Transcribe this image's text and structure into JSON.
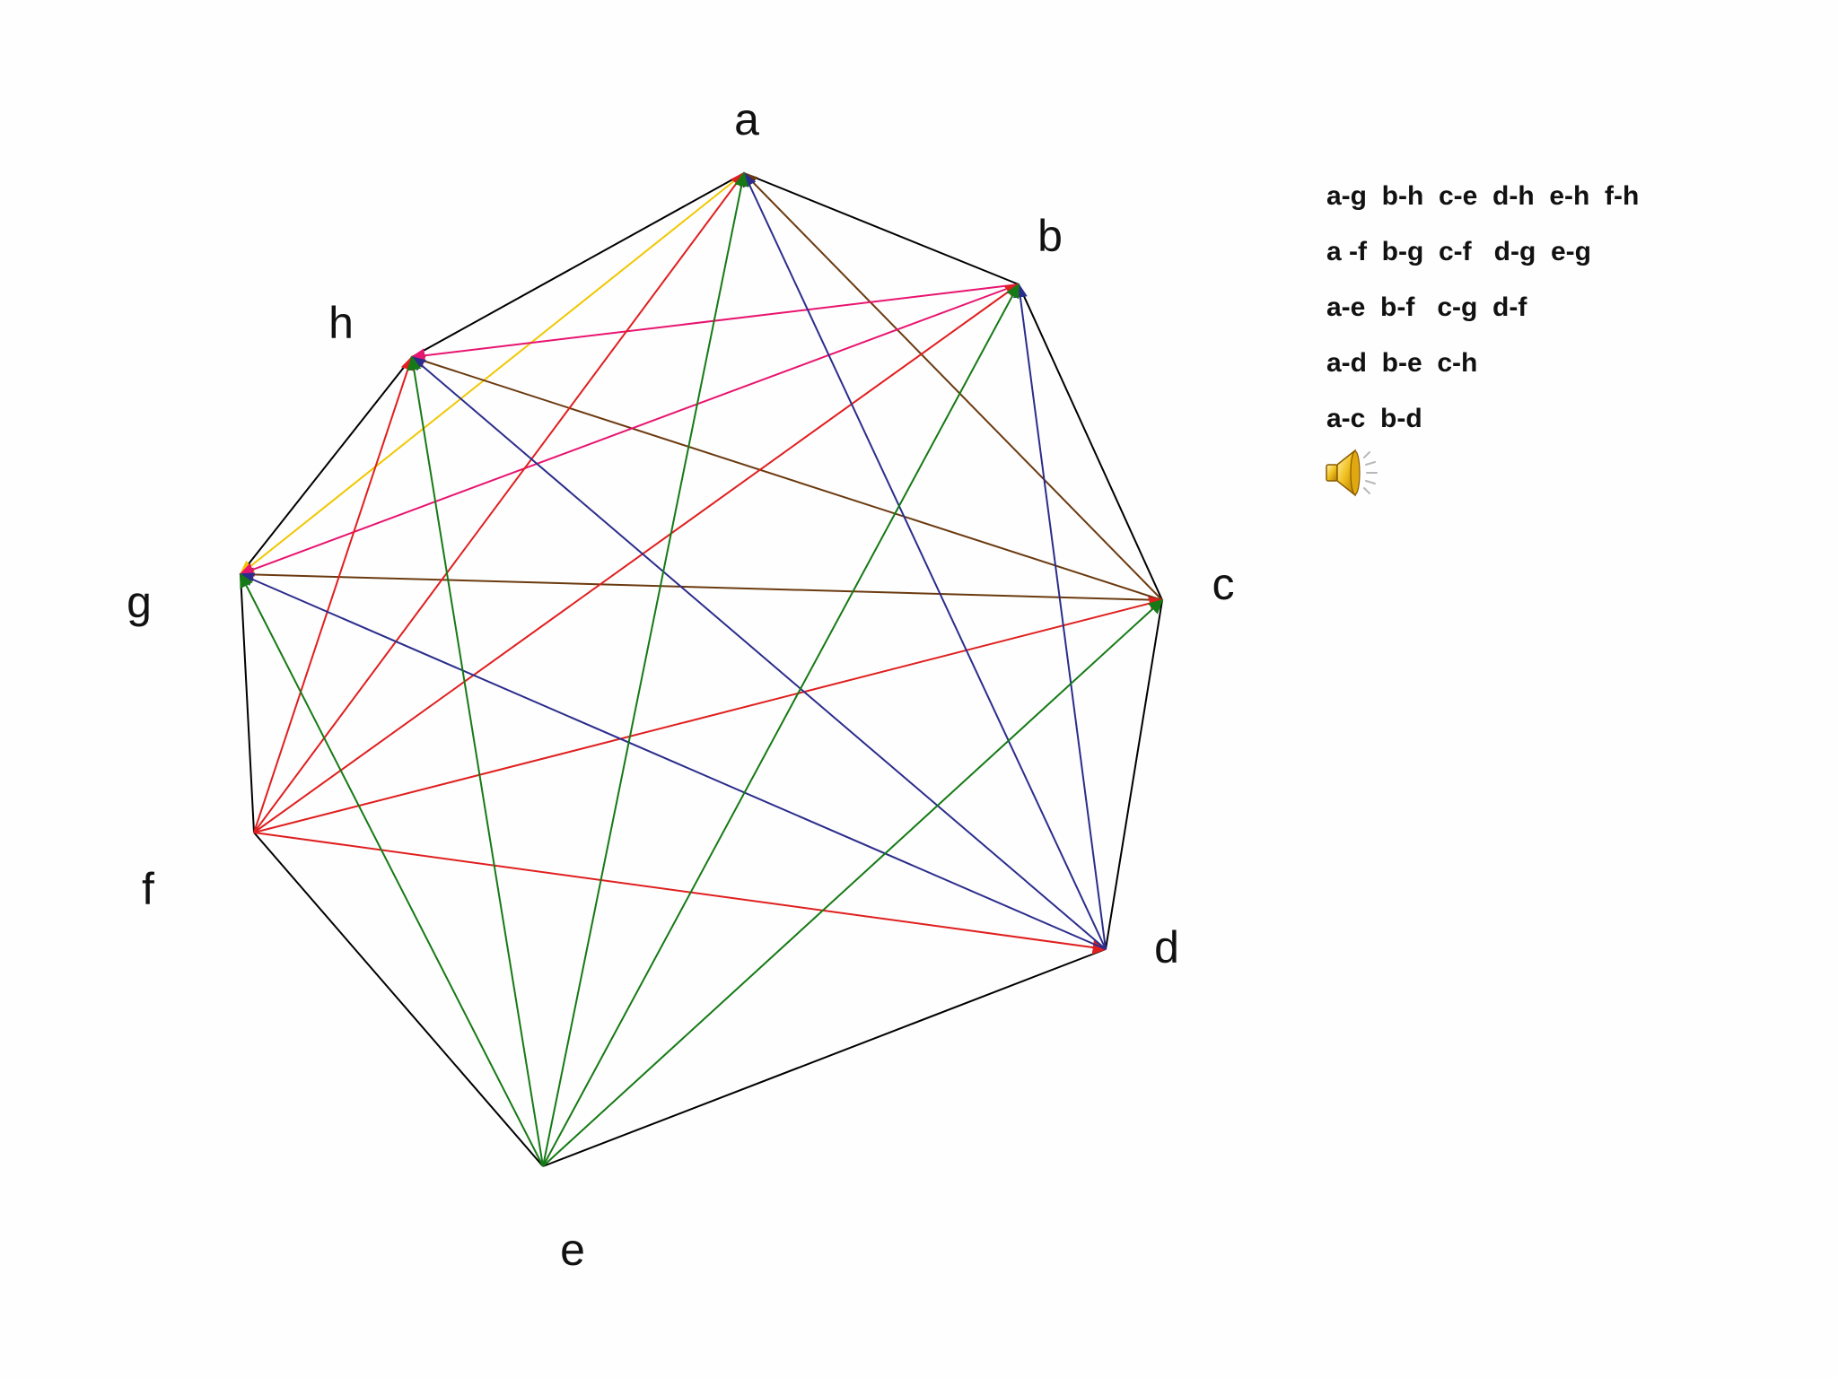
{
  "diagram": {
    "vertices": [
      "a",
      "b",
      "c",
      "d",
      "e",
      "f",
      "g",
      "h"
    ],
    "outer_edges": [
      [
        "a",
        "b"
      ],
      [
        "b",
        "c"
      ],
      [
        "c",
        "d"
      ],
      [
        "d",
        "e"
      ],
      [
        "e",
        "f"
      ],
      [
        "f",
        "g"
      ],
      [
        "g",
        "h"
      ],
      [
        "h",
        "a"
      ]
    ],
    "edge_colors": {
      "black": "#000000",
      "yellow": "#f2c700",
      "brown": "#6b3a10",
      "pink": "#e8146f",
      "red": "#e01f1f",
      "blue": "#2b2d8c",
      "green": "#157a15"
    },
    "chords": [
      {
        "from": "a",
        "to": "g",
        "color": "yellow"
      },
      {
        "from": "c",
        "to": "a",
        "color": "brown"
      },
      {
        "from": "c",
        "to": "h",
        "color": "brown"
      },
      {
        "from": "c",
        "to": "g",
        "color": "brown"
      },
      {
        "from": "b",
        "to": "h",
        "color": "pink"
      },
      {
        "from": "b",
        "to": "g",
        "color": "pink"
      },
      {
        "from": "f",
        "to": "a",
        "color": "red"
      },
      {
        "from": "f",
        "to": "b",
        "color": "red"
      },
      {
        "from": "f",
        "to": "c",
        "color": "red"
      },
      {
        "from": "f",
        "to": "d",
        "color": "red"
      },
      {
        "from": "f",
        "to": "h",
        "color": "red"
      },
      {
        "from": "d",
        "to": "a",
        "color": "blue"
      },
      {
        "from": "d",
        "to": "b",
        "color": "blue"
      },
      {
        "from": "d",
        "to": "h",
        "color": "blue"
      },
      {
        "from": "d",
        "to": "g",
        "color": "blue"
      },
      {
        "from": "e",
        "to": "a",
        "color": "green"
      },
      {
        "from": "e",
        "to": "b",
        "color": "green"
      },
      {
        "from": "e",
        "to": "c",
        "color": "green"
      },
      {
        "from": "e",
        "to": "h",
        "color": "green"
      },
      {
        "from": "e",
        "to": "g",
        "color": "green"
      }
    ]
  },
  "legend": {
    "lines": [
      "a-g  b-h  c-e  d-h  e-h  f-h",
      "a -f  b-g  c-f   d-g  e-g",
      "a-e  b-f   c-g  d-f",
      "a-d  b-e  c-h",
      "a-c  b-d"
    ]
  },
  "speaker": {
    "icon": "speaker-icon"
  }
}
